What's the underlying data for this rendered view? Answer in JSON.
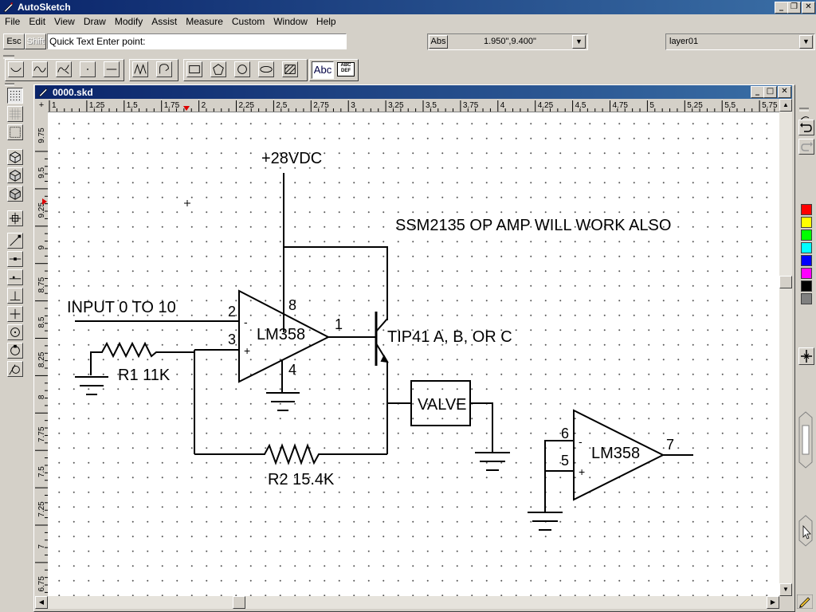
{
  "app": {
    "title": "AutoSketch"
  },
  "window_buttons": {
    "minimize": "_",
    "restore": "❐",
    "close": "✕"
  },
  "menu": [
    "File",
    "Edit",
    "View",
    "Draw",
    "Modify",
    "Assist",
    "Measure",
    "Custom",
    "Window",
    "Help"
  ],
  "prompt": {
    "esc_label": "Esc",
    "shift_label": "Shift",
    "text": "Quick Text  Enter point:"
  },
  "coords": {
    "mode": "Abs",
    "value": "1.950\",9.400\""
  },
  "layer": {
    "value": "layer01"
  },
  "toolbar": {
    "text_tool_label": "Abc",
    "text_style_label": "ABC DEF"
  },
  "document": {
    "title": "0000.skd"
  },
  "ruler_h": [
    "1",
    "1.25",
    "1.5",
    "1.75",
    "2",
    "2.25",
    "2.5",
    "2.75",
    "3",
    "3.25",
    "3.5",
    "3.75",
    "4",
    "4.25",
    "4.5",
    "4.75",
    "5",
    "5.25",
    "5.5",
    "5.75"
  ],
  "ruler_v": [
    "9.75",
    "9.5",
    "9.25",
    "9",
    "8.75",
    "8.5",
    "8.25",
    "8",
    "7.75",
    "7.5",
    "7.25",
    "7",
    "6.75"
  ],
  "schematic": {
    "supply": "+28VDC",
    "note": "SSM2135 OP AMP WILL WORK ALSO",
    "input": "INPUT  0 TO 10",
    "opamp1": "LM358",
    "opamp1_pins": {
      "p2": "2",
      "p3": "3",
      "p8": "8",
      "p4": "4",
      "p1": "1",
      "minus": "-",
      "plus": "+"
    },
    "transistor": "TIP41 A, B, OR C",
    "r1": "R1    11K",
    "valve": "VALVE",
    "r2": "R2      15.4K",
    "opamp2": "LM358",
    "opamp2_pins": {
      "p6": "6",
      "p5": "5",
      "p7": "7",
      "minus": "-",
      "plus": "+"
    }
  },
  "colors": [
    "#ff0000",
    "#ffff00",
    "#00ff00",
    "#00ffff",
    "#0000ff",
    "#ff00ff",
    "#000000",
    "#808080"
  ]
}
